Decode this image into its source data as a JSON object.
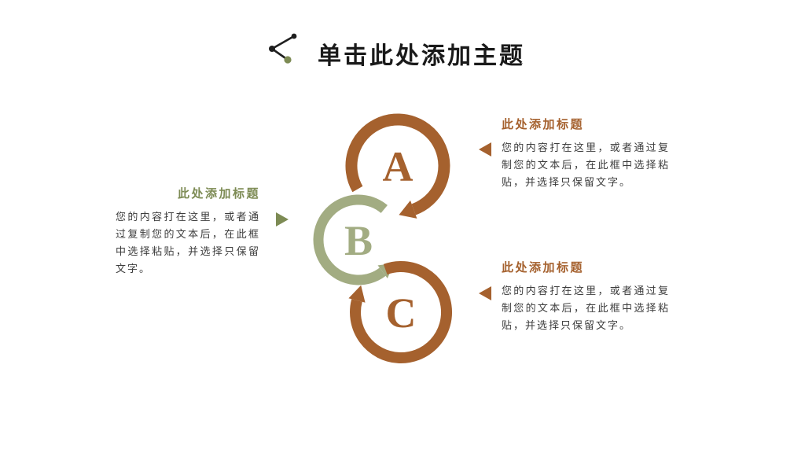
{
  "title": {
    "text": "单击此处添加主题"
  },
  "icons": {
    "title_marker": "molecule-icon"
  },
  "colors": {
    "background": "#FFFFFF",
    "title_text": "#1A1A1A",
    "body_text": "#3D3D3D",
    "brown_accent": "#A5612E",
    "green_accent": "#7D8B54",
    "sage_ring": "#A2AC82"
  },
  "diagram": {
    "nodes": [
      {
        "letter": "A",
        "color": "#A5612E"
      },
      {
        "letter": "B",
        "color": "#A2AC82"
      },
      {
        "letter": "C",
        "color": "#A5612E"
      }
    ]
  },
  "blocks": {
    "left": {
      "heading": "此处添加标题",
      "body": "您的内容打在这里，或者通过复制您的文本后，在此框中选择粘贴，并选择只保留文字。",
      "accent": "#7D8B54"
    },
    "right_top": {
      "heading": "此处添加标题",
      "body": "您的内容打在这里，或者通过复制您的文本后，在此框中选择粘贴，并选择只保留文字。",
      "accent": "#A5612E"
    },
    "right_bottom": {
      "heading": "此处添加标题",
      "body": "您的内容打在这里，或者通过复制您的文本后，在此框中选择粘贴，并选择只保留文字。",
      "accent": "#A5612E"
    }
  }
}
